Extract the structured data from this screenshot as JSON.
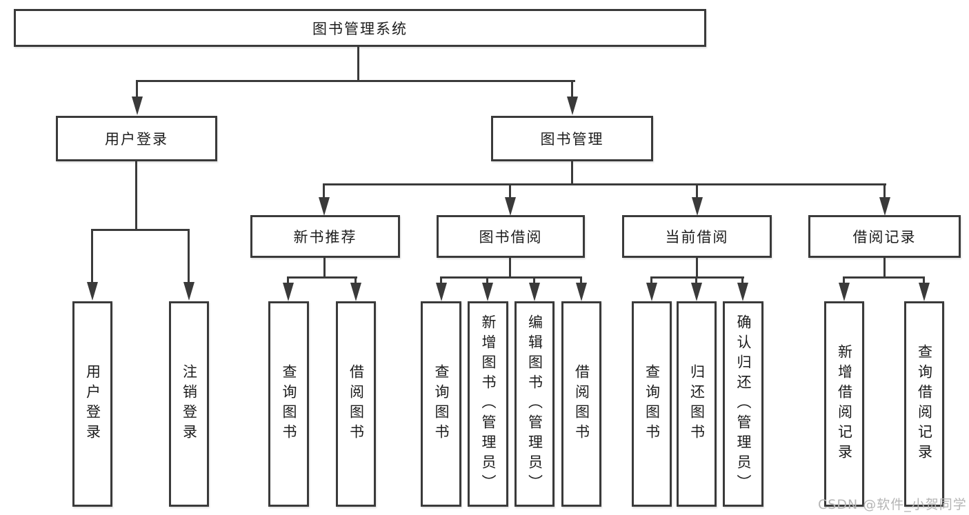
{
  "diagram_type": "hierarchy-tree",
  "tree": {
    "label": "图书管理系统",
    "children": [
      {
        "label": "用户登录",
        "children": [
          {
            "label": "用户登录"
          },
          {
            "label": "注销登录"
          }
        ]
      },
      {
        "label": "图书管理",
        "children": [
          {
            "label": "新书推荐",
            "children": [
              {
                "label": "查询图书"
              },
              {
                "label": "借阅图书"
              }
            ]
          },
          {
            "label": "图书借阅",
            "children": [
              {
                "label": "查询图书"
              },
              {
                "label": "新增图书（管理员）"
              },
              {
                "label": "编辑图书（管理员）"
              },
              {
                "label": "借阅图书"
              }
            ]
          },
          {
            "label": "当前借阅",
            "children": [
              {
                "label": "查询图书"
              },
              {
                "label": "归还图书"
              },
              {
                "label": "确认归还（管理员）"
              }
            ]
          },
          {
            "label": "借阅记录",
            "children": [
              {
                "label": "新增借阅记录"
              },
              {
                "label": "查询借阅记录"
              }
            ]
          }
        ]
      }
    ]
  },
  "watermark": "CSDN @软件_小贺同学",
  "colors": {
    "line": "#3a3a3a",
    "text": "#1c1c1c",
    "watermark": "#b5b5b5",
    "background": "#ffffff"
  }
}
